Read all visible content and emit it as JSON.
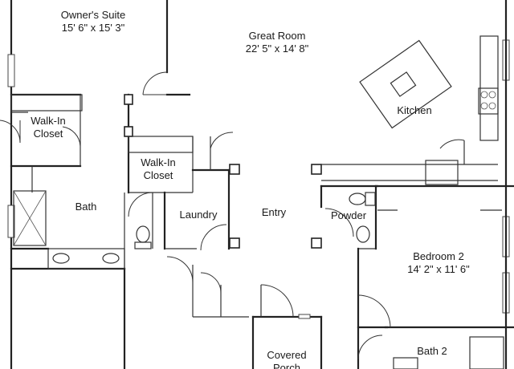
{
  "rooms": {
    "owners_suite": {
      "name": "Owner's Suite",
      "dims": "15' 6\" x 15' 3\""
    },
    "great_room": {
      "name": "Great Room",
      "dims": "22' 5\" x 14' 8\""
    },
    "kitchen": {
      "name": "Kitchen"
    },
    "walkin_closet_1": {
      "line1": "Walk-In",
      "line2": "Closet"
    },
    "walkin_closet_2": {
      "line1": "Walk-In",
      "line2": "Closet"
    },
    "bath": {
      "name": "Bath"
    },
    "laundry": {
      "name": "Laundry"
    },
    "entry": {
      "name": "Entry"
    },
    "powder": {
      "name": "Powder"
    },
    "bedroom_2": {
      "name": "Bedroom 2",
      "dims": "14' 2\" x 11' 6\""
    },
    "bath_2": {
      "name": "Bath 2"
    },
    "covered_porch": {
      "line1": "Covered",
      "line2": "Porch"
    }
  },
  "colors": {
    "wall": "#222222",
    "background": "#ffffff"
  }
}
